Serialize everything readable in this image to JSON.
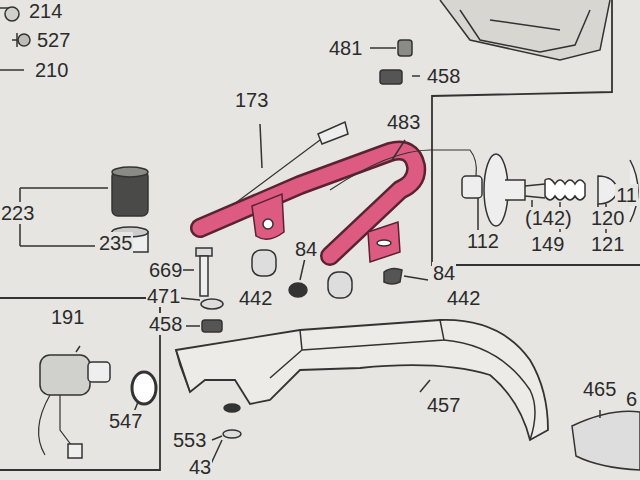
{
  "diagram": {
    "labels": [
      "214",
      "527",
      "210",
      "481",
      "458",
      "173",
      "483",
      "223",
      "235",
      "669",
      "471",
      "442",
      "84",
      "84",
      "442",
      "458",
      "191",
      "547",
      "553",
      "43",
      "457",
      "465",
      "112",
      "(142)",
      "149",
      "120",
      "121",
      "11",
      "6"
    ]
  }
}
